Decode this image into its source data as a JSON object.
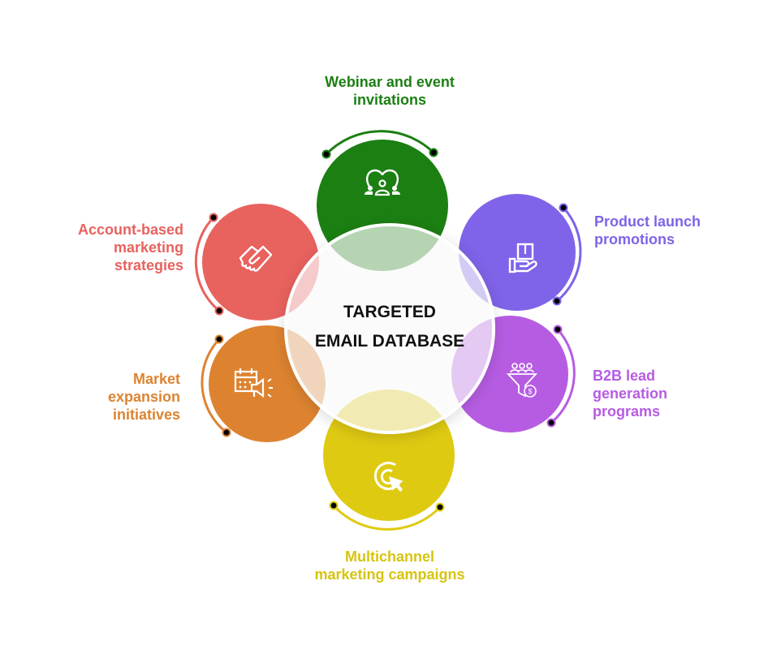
{
  "center": {
    "line1": "TARGETED",
    "line2": "EMAIL DATABASE"
  },
  "segments": [
    {
      "id": "webinar",
      "label": "Webinar and event invitations",
      "lines": [
        "Webinar and event",
        "invitations"
      ],
      "color": "#1b7f12",
      "icon": "users-heart-icon"
    },
    {
      "id": "product",
      "label": "Product launch promotions",
      "lines": [
        "Product launch",
        "promotions"
      ],
      "color": "#7f63e8",
      "icon": "box-hand-icon"
    },
    {
      "id": "b2b",
      "label": "B2B lead generation programs",
      "lines": [
        "B2B lead",
        "generation",
        "programs"
      ],
      "color": "#b65ce2",
      "icon": "funnel-people-icon"
    },
    {
      "id": "multichannel",
      "label": "Multichannel marketing campaigns",
      "lines": [
        "Multichannel",
        "marketing campaigns"
      ],
      "color": "#dfca12",
      "label_color": "#d6c410",
      "icon": "target-cursor-icon"
    },
    {
      "id": "market",
      "label": "Market expansion initiatives",
      "lines": [
        "Market",
        "expansion",
        "initiatives"
      ],
      "color": "#dd8330",
      "icon": "calendar-megaphone-icon"
    },
    {
      "id": "account",
      "label": "Account-based marketing strategies",
      "lines": [
        "Account-based",
        "marketing",
        "strategies"
      ],
      "color": "#e8625e",
      "icon": "handshake-icon"
    }
  ]
}
